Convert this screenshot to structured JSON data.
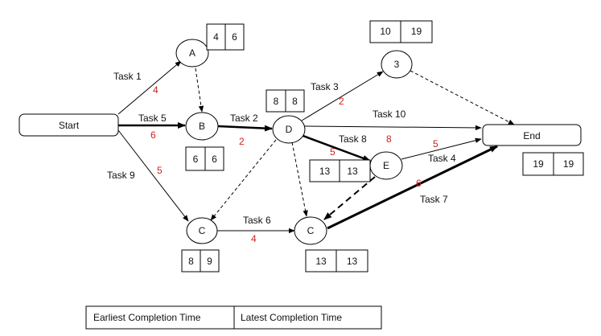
{
  "nodes": {
    "start": "Start",
    "a": "A",
    "b": "B",
    "d": "D",
    "three": "3",
    "c_left": "C",
    "c_right": "C",
    "e": "E",
    "end": "End"
  },
  "boxes": {
    "a": [
      "4",
      "6"
    ],
    "three": [
      "10",
      "19"
    ],
    "d": [
      "8",
      "8"
    ],
    "b": [
      "6",
      "6"
    ],
    "e": [
      "13",
      "13"
    ],
    "end": [
      "19",
      "19"
    ],
    "c_left": [
      "8",
      "9"
    ],
    "c_right": [
      "13",
      "13"
    ]
  },
  "tasks": {
    "task1": {
      "label": "Task 1",
      "duration": "4"
    },
    "task5": {
      "label": "Task 5",
      "duration": "6"
    },
    "task9": {
      "label": "Task 9",
      "duration": "5"
    },
    "task2": {
      "label": "Task 2",
      "duration": "2"
    },
    "task3": {
      "label": "Task 3",
      "duration": "2"
    },
    "task10": {
      "label": "Task 10",
      "duration": "8"
    },
    "task8": {
      "label": "Task 8",
      "duration": "5"
    },
    "task4": {
      "label": "Task 4",
      "duration": "5"
    },
    "task7": {
      "label": "Task 7",
      "duration": "6"
    },
    "task6": {
      "label": "Task 6",
      "duration": "4"
    }
  },
  "legend": {
    "earliest": "Earliest Completion Time",
    "latest": "Latest Completion Time"
  },
  "colors": {
    "line": "#000000",
    "duration": "#d02020"
  }
}
